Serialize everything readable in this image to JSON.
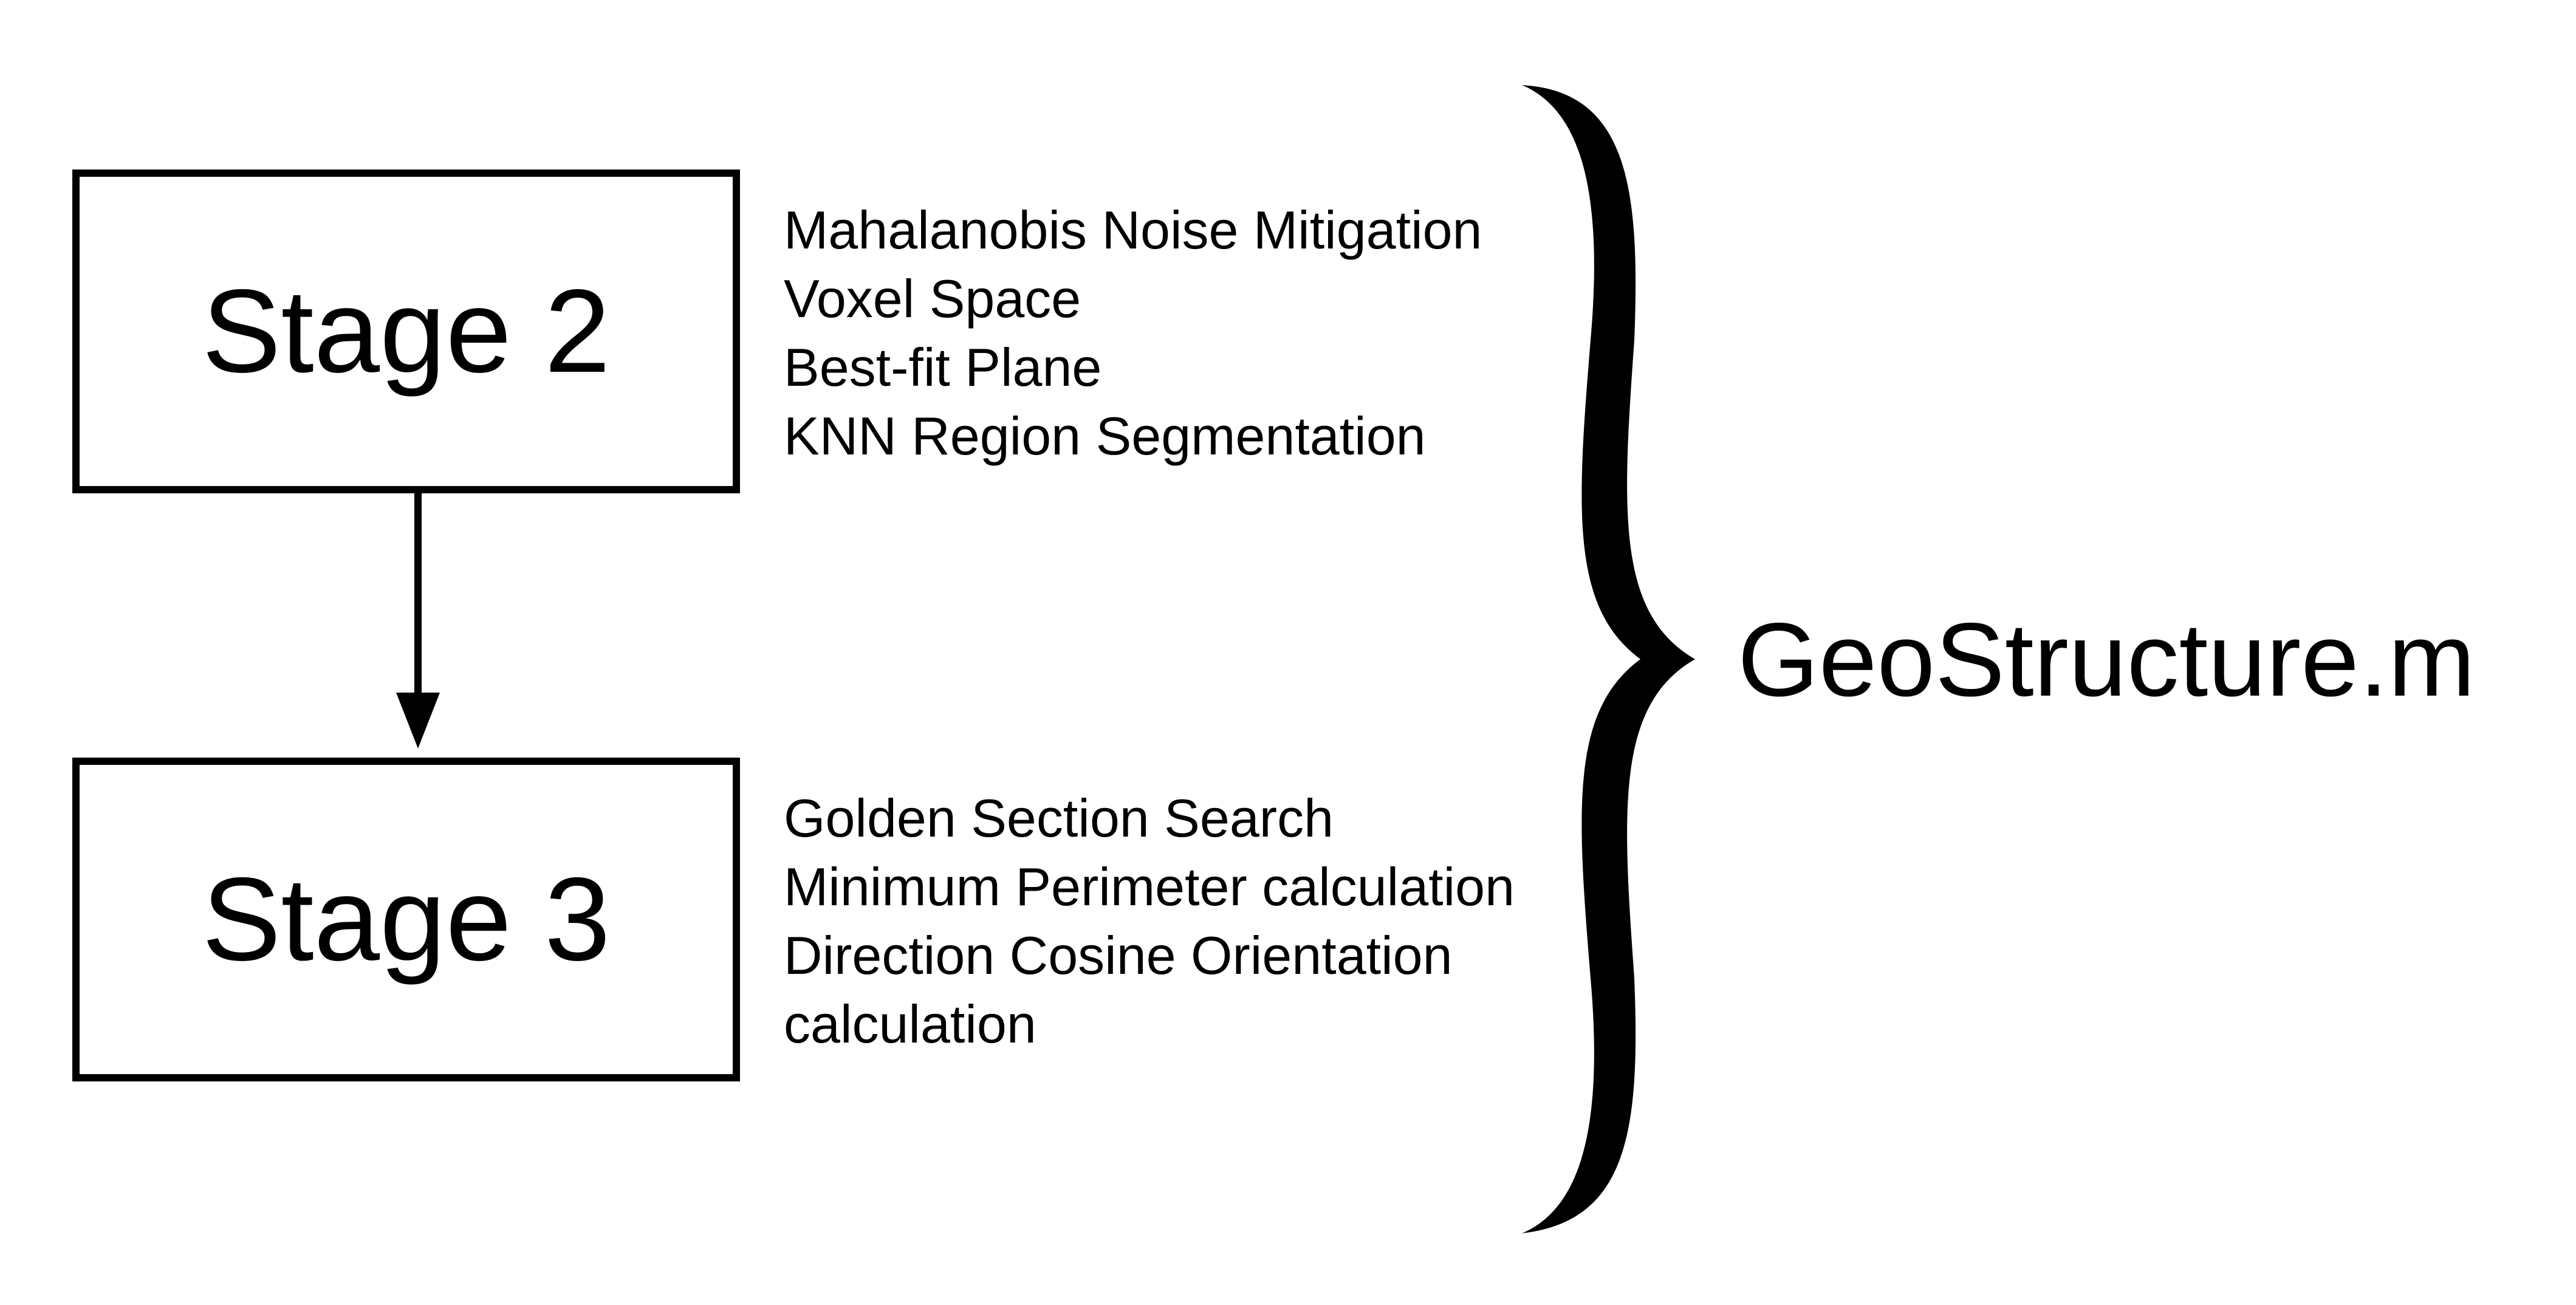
{
  "stages": [
    {
      "label": "Stage 2",
      "steps": [
        "Mahalanobis Noise Mitigation",
        "Voxel Space",
        "Best-fit Plane",
        "KNN Region Segmentation"
      ]
    },
    {
      "label": "Stage 3",
      "steps": [
        "Golden Section Search",
        "Minimum Perimeter calculation",
        "Direction Cosine Orientation",
        "calculation"
      ]
    }
  ],
  "output": {
    "label": "GeoStructure.m"
  },
  "colors": {
    "stroke": "#000000",
    "background": "#ffffff"
  }
}
